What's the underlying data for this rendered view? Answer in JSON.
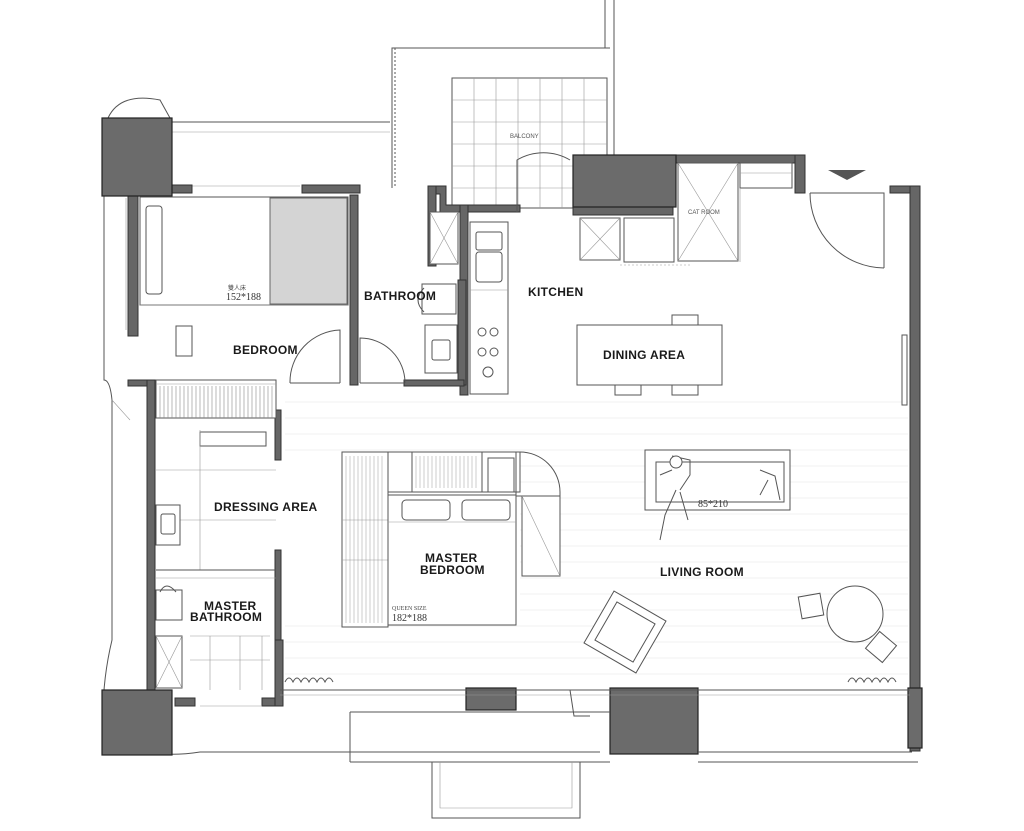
{
  "rooms": {
    "balcony": "BALCONY",
    "cat_room": "CAT ROOM",
    "kitchen": "KITCHEN",
    "bathroom": "BATHROOM",
    "bedroom": "BEDROOM",
    "dining_area": "DINING AREA",
    "dressing_area": "DRESSING AREA",
    "master_bedroom_line1": "MASTER",
    "master_bedroom_line2": "BEDROOM",
    "living_room": "LIVING ROOM",
    "master_bathroom_line1": "MASTER",
    "master_bathroom_line2": "BATHROOM"
  },
  "annotations": {
    "bed_type": "雙人床",
    "bed_size": "152*188",
    "queen_size": "QUEEN SIZE",
    "master_bed_size": "182*188",
    "sofa_size": "85*210"
  },
  "colors": {
    "wall": "#666666",
    "bed_cover": "#d4d4d4",
    "background": "#ffffff"
  }
}
